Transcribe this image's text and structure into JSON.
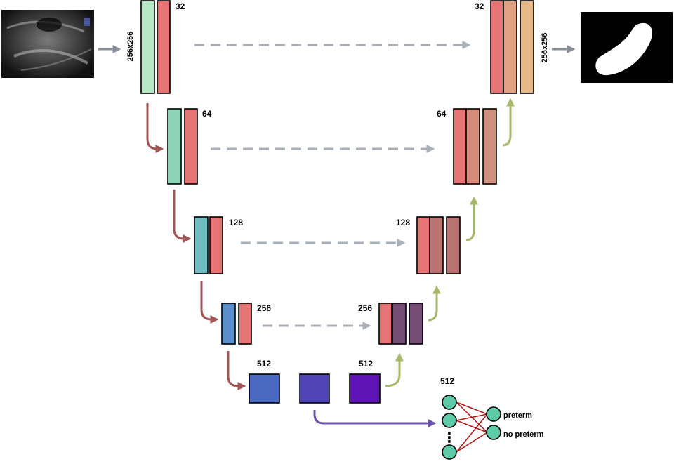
{
  "diagram": {
    "input_label": "256x256",
    "output_label": "256x256",
    "classifier_outputs": [
      "preterm",
      "no preterm"
    ],
    "ellipsis": "⋮"
  },
  "encoder": [
    {
      "channels": "32"
    },
    {
      "channels": "64"
    },
    {
      "channels": "128"
    },
    {
      "channels": "256"
    }
  ],
  "decoder": [
    {
      "channels": "32"
    },
    {
      "channels": "64"
    },
    {
      "channels": "128"
    },
    {
      "channels": "256"
    }
  ],
  "bottleneck": {
    "left_channels": "512",
    "right_channels": "512"
  },
  "classifier": {
    "channels": "512"
  },
  "colors": {
    "encoder_arrow": "#a15555",
    "decoder_arrow": "#a6b86a",
    "skip_arrow": "#a9b0b8",
    "io_arrow": "#8a9099",
    "classifier_arrow": "#6e56b0",
    "node_fill": "#5ecba8",
    "node_edge": "#b01818",
    "enc1_block": "#b7e8c6",
    "enc2_block": "#8ed3b7",
    "enc3_block": "#6fbcc2",
    "enc4_block": "#5a8fcc",
    "red_block": "#e67474",
    "dec1_block_a": "#e3a184",
    "dec1_block_b": "#e8b889",
    "dec2_block_a": "#d58b77",
    "dec2_block_b": "#ce917e",
    "dec3_block": "#bb7272",
    "dec4_block": "#754c74",
    "bottleneck_a": "#4a68be",
    "bottleneck_b": "#4f44b6",
    "bottleneck_c": "#6014b8"
  }
}
